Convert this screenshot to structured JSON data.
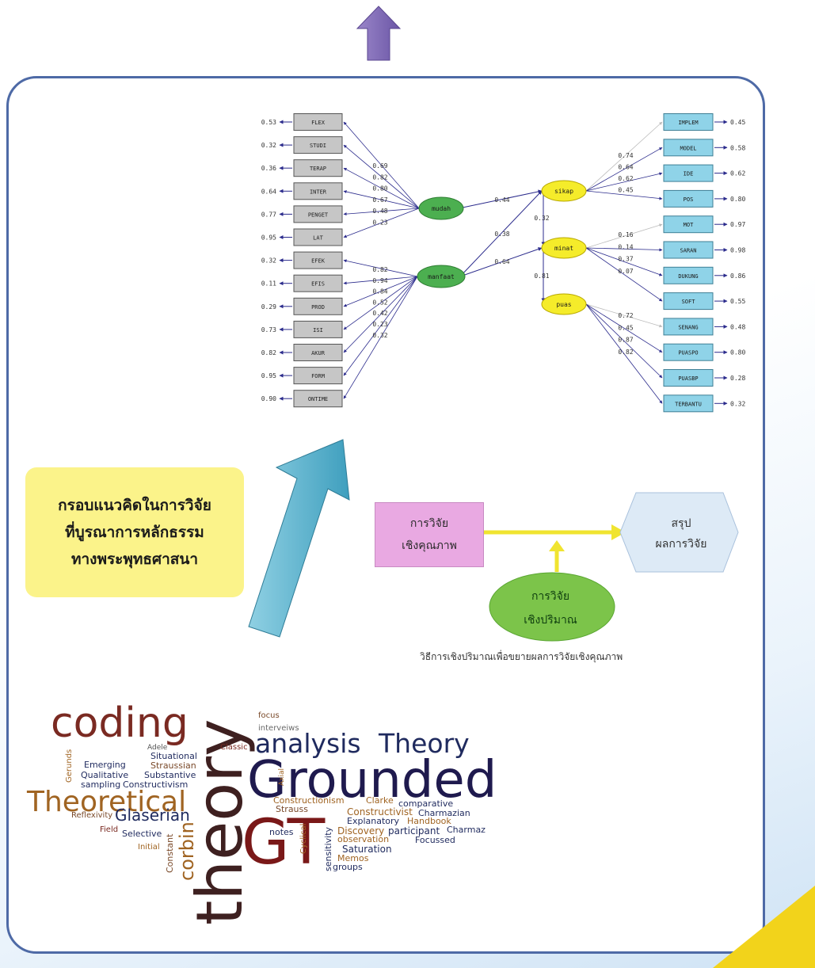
{
  "sem": {
    "left_indicators": [
      {
        "label": "FLEX",
        "error": "0.53"
      },
      {
        "label": "STUDI",
        "error": "0.32"
      },
      {
        "label": "TERAP",
        "error": "0.36"
      },
      {
        "label": "INTER",
        "error": "0.64"
      },
      {
        "label": "PENGET",
        "error": "0.77"
      },
      {
        "label": "LAT",
        "error": "0.95"
      },
      {
        "label": "EFEK",
        "error": "0.32"
      },
      {
        "label": "EFIS",
        "error": "0.11"
      },
      {
        "label": "PROD",
        "error": "0.29"
      },
      {
        "label": "ISI",
        "error": "0.73"
      },
      {
        "label": "AKUR",
        "error": "0.82"
      },
      {
        "label": "FORM",
        "error": "0.95"
      },
      {
        "label": "ONTIME",
        "error": "0.90"
      }
    ],
    "mudah_loadings": [
      "0.69",
      "0.82",
      "0.80",
      "0.67",
      "0.48",
      "0.23"
    ],
    "manfaat_loadings": [
      "0.82",
      "0.94",
      "0.84",
      "0.52",
      "0.42",
      "0.23",
      "0.32"
    ],
    "latents": {
      "mudah": "mudah",
      "manfaat": "manfaat",
      "sikap": "sikap",
      "minat": "minat",
      "puas": "puas"
    },
    "paths": {
      "mudah_sikap": "0.44",
      "manfaat_sikap": "0.38",
      "manfaat_minat": "0.64",
      "sikap_minat": "0.32",
      "minat_puas": "0.81"
    },
    "right_indicators": [
      {
        "label": "IMPLEM",
        "error": "0.45"
      },
      {
        "label": "MODEL",
        "error": "0.58"
      },
      {
        "label": "IDE",
        "error": "0.62"
      },
      {
        "label": "POS",
        "error": "0.80"
      },
      {
        "label": "MOT",
        "error": "0.97"
      },
      {
        "label": "SARAN",
        "error": "0.98"
      },
      {
        "label": "DUKUNG",
        "error": "0.86"
      },
      {
        "label": "SOFT",
        "error": "0.55"
      },
      {
        "label": "SENANG",
        "error": "0.48"
      },
      {
        "label": "PUASPO",
        "error": "0.80"
      },
      {
        "label": "PUASBP",
        "error": "0.28"
      },
      {
        "label": "TERBANTU",
        "error": "0.32"
      }
    ],
    "sikap_loadings": [
      "0.74",
      "0.64",
      "0.62",
      "0.45"
    ],
    "minat_loadings": [
      "0.16",
      "0.14",
      "0.37",
      "0.07"
    ],
    "puas_loadings": [
      "0.72",
      "0.45",
      "0.87",
      "0.82"
    ]
  },
  "concept_box": "กรอบแนวคิดในการวิจัย\nที่บูรณาการหลักธรรม\nทางพระพุทธศาสนา",
  "qual_box": "การวิจัย\nเชิงคุณภาพ",
  "summary_box": "สรุป\nผลการวิจัย",
  "quan_box": "การวิจัย\nเชิงปริมาณ",
  "caption": "วิธีการเชิงปริมาณเพื่อขยายผลการวิจัยเชิงคุณภาพ",
  "word_cloud": [
    {
      "text": "coding",
      "color": "#7a2a22"
    },
    {
      "text": "theory",
      "color": "#3e2020"
    },
    {
      "text": "analysis",
      "color": "#1f2a5e"
    },
    {
      "text": "Theory",
      "color": "#1f2a5e"
    },
    {
      "text": "Grounded",
      "color": "#1f1a4e"
    },
    {
      "text": "Theoretical",
      "color": "#a06422"
    },
    {
      "text": "GT",
      "color": "#7a1818"
    },
    {
      "text": "Glaserian",
      "color": "#1f2a5e"
    },
    {
      "text": "corbin",
      "color": "#a06422"
    },
    {
      "text": "focus",
      "color": "#7a4a2a"
    },
    {
      "text": "interveiws",
      "color": "#6a6a6a"
    },
    {
      "text": "Classic",
      "color": "#7a2a22"
    },
    {
      "text": "Adele",
      "color": "#555"
    },
    {
      "text": "Situational",
      "color": "#1f2a5e"
    },
    {
      "text": "Straussian",
      "color": "#7a4a2a"
    },
    {
      "text": "Emerging",
      "color": "#1f2a5e"
    },
    {
      "text": "Qualitative",
      "color": "#1f2a5e"
    },
    {
      "text": "Substantive",
      "color": "#1f2a5e"
    },
    {
      "text": "sampling",
      "color": "#1f2a5e"
    },
    {
      "text": "Constructivism",
      "color": "#1f2a5e"
    },
    {
      "text": "Gerunds",
      "color": "#a06422"
    },
    {
      "text": "Axial",
      "color": "#a06422"
    },
    {
      "text": "Reflexivity",
      "color": "#7a4a2a"
    },
    {
      "text": "Constructionism",
      "color": "#a06422"
    },
    {
      "text": "Clarke",
      "color": "#a06422"
    },
    {
      "text": "comparative",
      "color": "#1f2a5e"
    },
    {
      "text": "Strauss",
      "color": "#7a4a2a"
    },
    {
      "text": "Constructivist",
      "color": "#a06422"
    },
    {
      "text": "Charmazian",
      "color": "#1f2a5e"
    },
    {
      "text": "Explanatory",
      "color": "#1f2a5e"
    },
    {
      "text": "Handbook",
      "color": "#a06422"
    },
    {
      "text": "Field",
      "color": "#7a2a22"
    },
    {
      "text": "Selective",
      "color": "#1f2a5e"
    },
    {
      "text": "notes",
      "color": "#1f2a5e"
    },
    {
      "text": "Cyclical",
      "color": "#a06422"
    },
    {
      "text": "Discovery",
      "color": "#a06422"
    },
    {
      "text": "participant",
      "color": "#1f2a5e"
    },
    {
      "text": "Charmaz",
      "color": "#1f2a5e"
    },
    {
      "text": "Initial",
      "color": "#a06422"
    },
    {
      "text": "Constant",
      "color": "#7a4a2a"
    },
    {
      "text": "sensitivity",
      "color": "#1f2a5e"
    },
    {
      "text": "observation",
      "color": "#a06422"
    },
    {
      "text": "Focussed",
      "color": "#1f2a5e"
    },
    {
      "text": "Saturation",
      "color": "#1f2a5e"
    },
    {
      "text": "Memos",
      "color": "#a06422"
    },
    {
      "text": "groups",
      "color": "#1f2a5e"
    }
  ]
}
